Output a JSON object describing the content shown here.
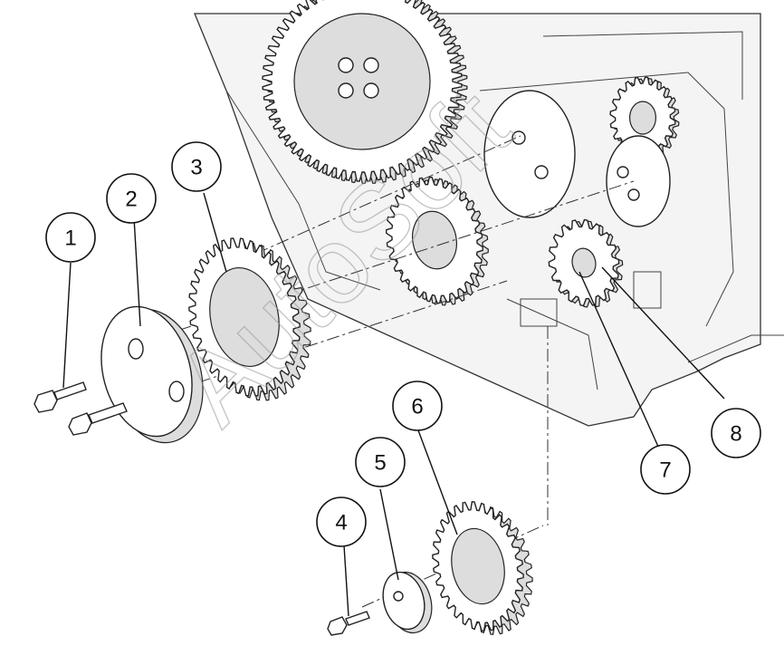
{
  "watermark": "AutoSoft",
  "callouts": [
    {
      "id": "1",
      "label": "1"
    },
    {
      "id": "2",
      "label": "2"
    },
    {
      "id": "3",
      "label": "3"
    },
    {
      "id": "4",
      "label": "4"
    },
    {
      "id": "5",
      "label": "5"
    },
    {
      "id": "6",
      "label": "6"
    },
    {
      "id": "7",
      "label": "7"
    },
    {
      "id": "8",
      "label": "8"
    }
  ],
  "colors": {
    "line": "#111111",
    "background": "#ffffff",
    "shade": "#dddddd"
  }
}
